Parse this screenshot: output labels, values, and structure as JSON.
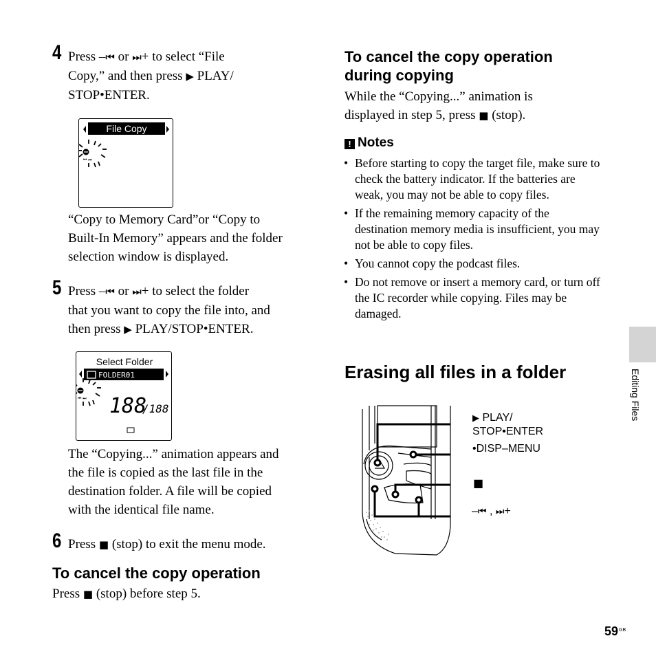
{
  "steps": [
    {
      "number": "4",
      "line1_a": "Press –",
      "line1_b": " or ",
      "line1_c": "+ to select “File",
      "line2_a": "Copy,” and then press ",
      "line2_b": " PLAY/",
      "line3": "STOP•ENTER."
    },
    {
      "number": "5",
      "line1_a": "Press –",
      "line1_b": " or ",
      "line1_c": "+ to select the folder",
      "line2": "that you want to copy the file into, and",
      "line3_a": "then press ",
      "line3_b": " PLAY/STOP•ENTER."
    },
    {
      "number": "6",
      "line1_a": "Press ",
      "line1_b": " (stop) to exit the menu mode."
    }
  ],
  "step4_after": [
    "“Copy to Memory Card”or “Copy to",
    "Built-In Memory” appears and the folder",
    "selection window is displayed."
  ],
  "step5_after": [
    "The “Copying...” animation appears and",
    "the file is copied as the last file in the",
    "destination folder. A file will be copied",
    "with the identical file name."
  ],
  "lcd1": {
    "title": "File Copy"
  },
  "lcd2": {
    "header": "Select Folder",
    "folder": "FOLDER01",
    "counter": "188",
    "counter_total": "/188"
  },
  "cancel_copy": {
    "heading": "To cancel the copy operation",
    "text_a": "Press ",
    "text_b": " (stop) before step 5."
  },
  "cancel_during": {
    "heading_line1": "To cancel the copy operation",
    "heading_line2": "during copying",
    "text_line1": "While the “Copying...” animation is",
    "text_line2_a": "displayed in step 5, press ",
    "text_line2_b": " (stop)."
  },
  "notes": {
    "heading": "Notes",
    "items": [
      "Before starting to copy the target file, make sure to check the battery indicator. If the batteries are weak, you may not be able to copy files.",
      "If the remaining memory capacity of the destination memory media is insufficient, you may not be able to copy files.",
      "You cannot copy the podcast files.",
      "Do not remove or insert a memory card, or turn off the IC recorder while copying. Files may be damaged."
    ]
  },
  "section_title": "Erasing all files in a folder",
  "diagram_labels": {
    "play_line1": " PLAY/",
    "play_line2": "STOP•ENTER",
    "disp_menu": "•DISP–MENU",
    "skip_a": "–",
    "skip_b": " , ",
    "skip_c": "+"
  },
  "side_tab": "Editing Files",
  "page_number": "59",
  "page_suffix": "GB"
}
